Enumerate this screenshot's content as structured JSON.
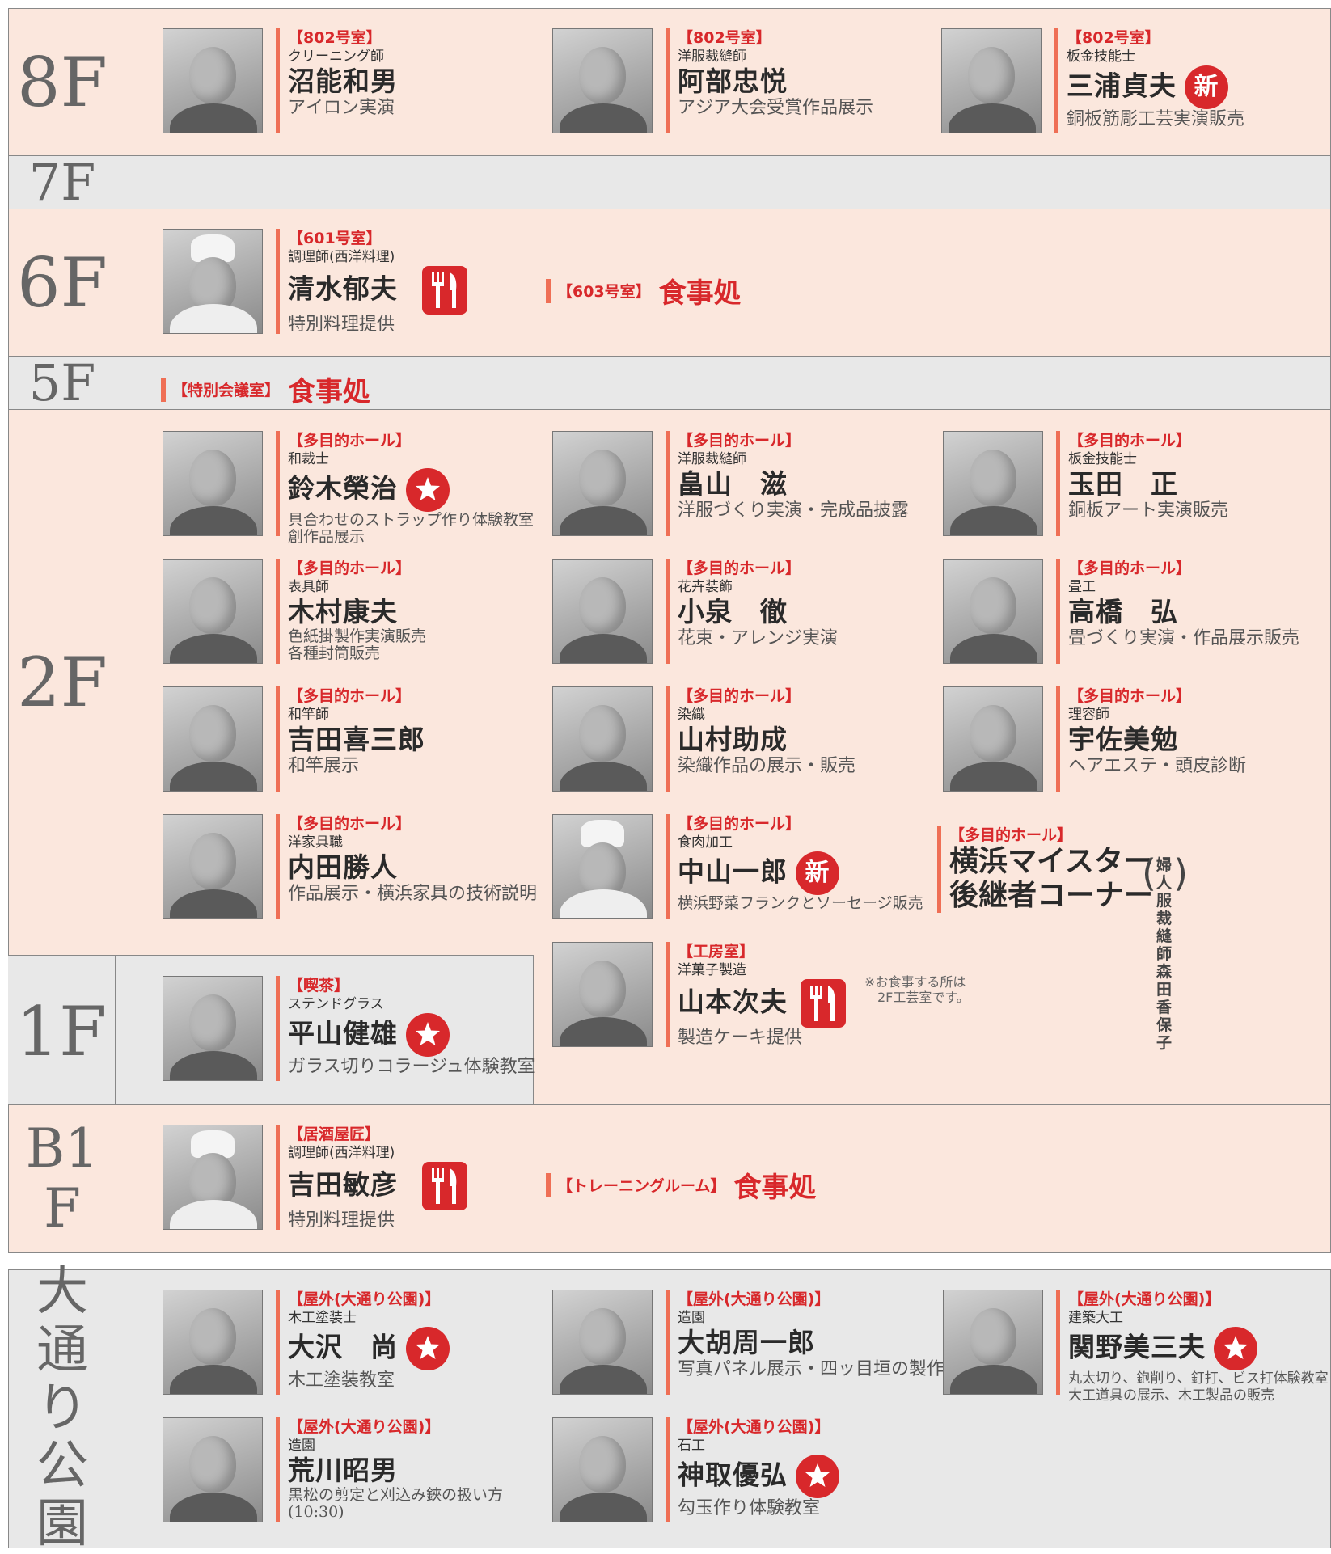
{
  "floors": {
    "f8": {
      "label": "8F"
    },
    "f7": {
      "label": "7F"
    },
    "f6": {
      "label": "6F"
    },
    "f5": {
      "label": "5F"
    },
    "f2": {
      "label": "2F"
    },
    "f1": {
      "label": "1F"
    },
    "b1": {
      "label1": "B1",
      "label2": "F"
    },
    "park": {
      "chars": [
        "大",
        "通",
        "り",
        "公",
        "園"
      ]
    }
  },
  "people": [
    {
      "room": "【802号室】",
      "role": "クリーニング師",
      "name": "沼能和男",
      "desc": [
        "アイロン実演"
      ]
    },
    {
      "room": "【802号室】",
      "role": "洋服裁縫師",
      "name": "阿部忠悦",
      "desc": [
        "アジア大会受賞作品展示"
      ]
    },
    {
      "room": "【802号室】",
      "role": "板金技能士",
      "name": "三浦貞夫",
      "desc": [
        "銅板筋彫工芸実演販売"
      ],
      "badge": "新"
    },
    {
      "room": "【601号室】",
      "role": "調理師(西洋料理)",
      "name": "清水郁夫",
      "desc": [
        "特別料理提供"
      ]
    },
    {
      "room": "【多目的ホール】",
      "role": "和裁士",
      "name": "鈴木榮治",
      "desc": [
        "貝合わせのストラップ作り体験教室",
        "創作品展示"
      ]
    },
    {
      "room": "【多目的ホール】",
      "role": "洋服裁縫師",
      "name": "畠山　滋",
      "desc": [
        "洋服づくり実演・完成品披露"
      ]
    },
    {
      "room": "【多目的ホール】",
      "role": "板金技能士",
      "name": "玉田　正",
      "desc": [
        "銅板アート実演販売"
      ]
    },
    {
      "room": "【多目的ホール】",
      "role": "表具師",
      "name": "木村康夫",
      "desc": [
        "色紙掛製作実演販売",
        "各種封筒販売"
      ]
    },
    {
      "room": "【多目的ホール】",
      "role": "花卉装飾",
      "name": "小泉　徹",
      "desc": [
        "花束・アレンジ実演"
      ]
    },
    {
      "room": "【多目的ホール】",
      "role": "畳工",
      "name": "高橋　弘",
      "desc": [
        "畳づくり実演・作品展示販売"
      ]
    },
    {
      "room": "【多目的ホール】",
      "role": "和竿師",
      "name": "吉田喜三郎",
      "desc": [
        "和竿展示"
      ]
    },
    {
      "room": "【多目的ホール】",
      "role": "染織",
      "name": "山村助成",
      "desc": [
        "染織作品の展示・販売"
      ]
    },
    {
      "room": "【多目的ホール】",
      "role": "理容師",
      "name": "宇佐美勉",
      "desc": [
        "ヘアエステ・頭皮診断"
      ]
    },
    {
      "room": "【多目的ホール】",
      "role": "洋家具職",
      "name": "内田勝人",
      "desc": [
        "作品展示・横浜家具の技術説明"
      ]
    },
    {
      "room": "【多目的ホール】",
      "role": "食肉加工",
      "name": "中山一郎",
      "desc": [
        "横浜野菜フランクとソーセージ販売"
      ],
      "badge": "新"
    },
    {
      "room": "【喫茶】",
      "role": "ステンドグラス",
      "name": "平山健雄",
      "desc": [
        "ガラス切りコラージュ体験教室"
      ]
    },
    {
      "room": "【工房室】",
      "role": "洋菓子製造",
      "name": "山本次夫",
      "desc": [
        "製造ケーキ提供"
      ]
    },
    {
      "room": "【居酒屋匠】",
      "role": "調理師(西洋料理)",
      "name": "吉田敏彦",
      "desc": [
        "特別料理提供"
      ]
    },
    {
      "room": "【屋外(大通り公園)】",
      "role": "木工塗装士",
      "name": "大沢　尚",
      "desc": [
        "木工塗装教室"
      ]
    },
    {
      "room": "【屋外(大通り公園)】",
      "role": "造園",
      "name": "大胡周一郎",
      "desc": [
        "写真パネル展示・四ッ目垣の製作"
      ]
    },
    {
      "room": "【屋外(大通り公園)】",
      "role": "建築大工",
      "name": "関野美三夫",
      "desc": [
        "丸太切り、鉋削り、釘打、ビス打体験教室と",
        "大工道具の展示、木工製品の販売"
      ]
    },
    {
      "room": "【屋外(大通り公園)】",
      "role": "造園",
      "name": "荒川昭男",
      "desc": [
        "黒松の剪定と刈込み鋏の扱い方",
        "(10:30)"
      ]
    },
    {
      "room": "【屋外(大通り公園)】",
      "role": "石工",
      "name": "神取優弘",
      "desc": [
        "勾玉作り体験教室"
      ]
    }
  ],
  "dining": [
    {
      "room": "【603号室】",
      "text": "食事処"
    },
    {
      "room": "【特別会議室】",
      "text": "食事処"
    },
    {
      "room": "【トレーニングルーム】",
      "text": "食事処"
    }
  ],
  "maister": {
    "room": "【多目的ホール】",
    "line1": "横浜マイスター",
    "line2": "後継者コーナー",
    "sub1": "婦人服裁縫師",
    "sub2": "森田香保子"
  },
  "note": {
    "line1": "※お食事する所は",
    "line2": "2F工芸室です。"
  },
  "colors": {
    "accent_red": "#d8282b",
    "bar_orange": "#ef6f55",
    "pink_bg": "#fbe7dd",
    "gray_bg": "#e8e8e8"
  }
}
